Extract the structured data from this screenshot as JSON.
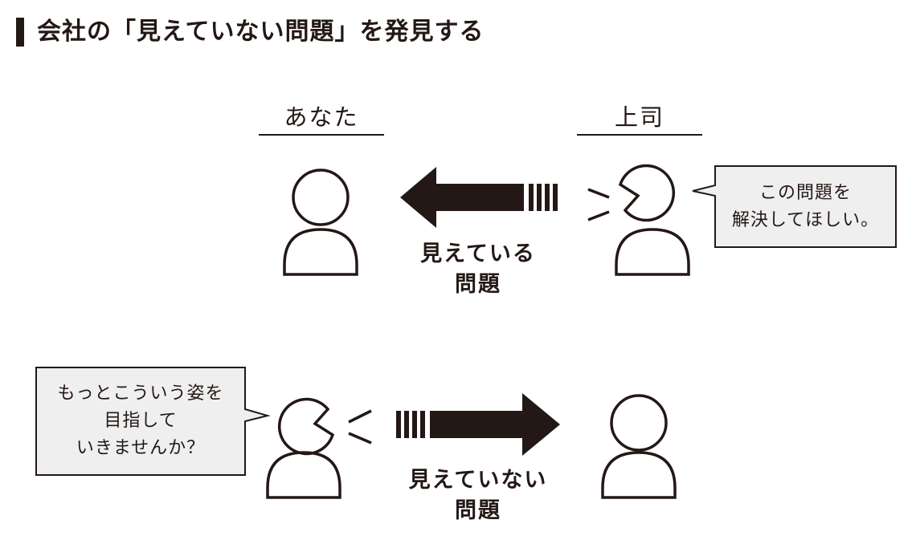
{
  "title": "会社の「見えていない問題」を発見する",
  "roles": {
    "you": "あなた",
    "boss": "上司"
  },
  "top_row": {
    "boss_bubble": [
      "この問題を",
      "解決してほしい。"
    ],
    "arrow_label": [
      "見えている",
      "問題"
    ]
  },
  "bottom_row": {
    "you_bubble": [
      "もっとこういう姿を",
      "目指して",
      "いきませんか？"
    ],
    "arrow_label": [
      "見えていない",
      "問題"
    ]
  },
  "colors": {
    "ink": "#231815",
    "bubble_fill": "#efefef"
  }
}
